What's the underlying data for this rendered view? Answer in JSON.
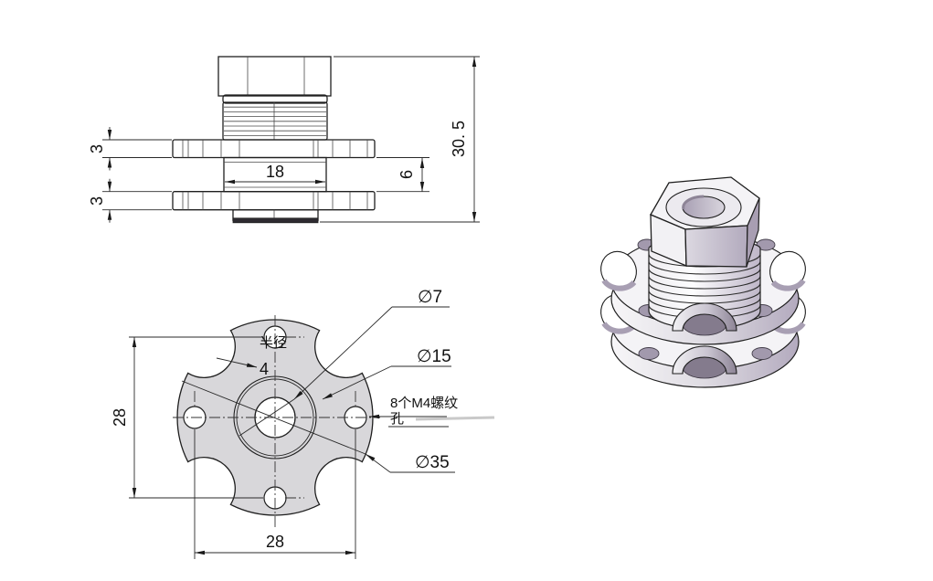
{
  "drawing": {
    "type": "engineering-cad-drawing",
    "part": "bellows coupling with cross flanges",
    "front_view": {
      "dims": {
        "total_height": "30. 5",
        "body_width": "18",
        "flange_gap": "6",
        "flange_thickness_top": "3",
        "flange_thickness_bottom": "3"
      }
    },
    "bottom_view": {
      "dims": {
        "hole_spacing_vertical": "28",
        "hole_spacing_horizontal": "28"
      },
      "labels": {
        "center_hole_dia": "∅7",
        "boss_dia": "∅15",
        "outer_dia": "∅35",
        "fillet_radius_line1": "半径",
        "fillet_radius_line2": "4",
        "thread_note_line1": "8个M4螺纹",
        "thread_note_line2": "孔"
      }
    },
    "colors": {
      "background": "#ffffff",
      "line": "#1f1f1f",
      "fill_light": "#f4f3f5",
      "fill_gray": "#d8d7da",
      "fill_purple": "#b7aec1",
      "fill_dark_purple": "#857c8e"
    }
  }
}
